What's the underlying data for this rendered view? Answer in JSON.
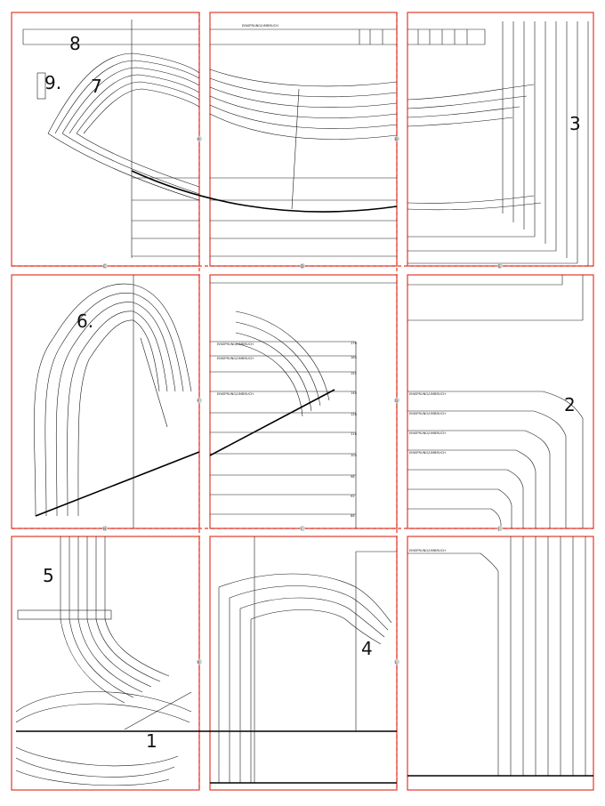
{
  "pieces": [
    {
      "id": "1",
      "label": "1"
    },
    {
      "id": "2",
      "label": "2"
    },
    {
      "id": "3",
      "label": "3"
    },
    {
      "id": "4",
      "label": "4"
    },
    {
      "id": "5",
      "label": "5"
    },
    {
      "id": "6",
      "label": "6."
    },
    {
      "id": "7",
      "label": "7"
    },
    {
      "id": "8",
      "label": "8"
    },
    {
      "id": "9",
      "label": "9."
    }
  ],
  "tile_letters": {
    "A": "A",
    "B": "B",
    "C": "C",
    "D": "D",
    "E": "E",
    "F": "F",
    "G": "G",
    "H": "H",
    "I": "I",
    "J": "J",
    "K": "K",
    "L": "L"
  },
  "fold_label": "EINSPRUNG/UMBRUCH",
  "size_marks": [
    "176",
    "164",
    "152",
    "140",
    "128",
    "116",
    "104",
    "98",
    "92",
    "86"
  ],
  "colors": {
    "tile_border": "#e23a2a",
    "pattern_line": "#1a1a1a"
  }
}
